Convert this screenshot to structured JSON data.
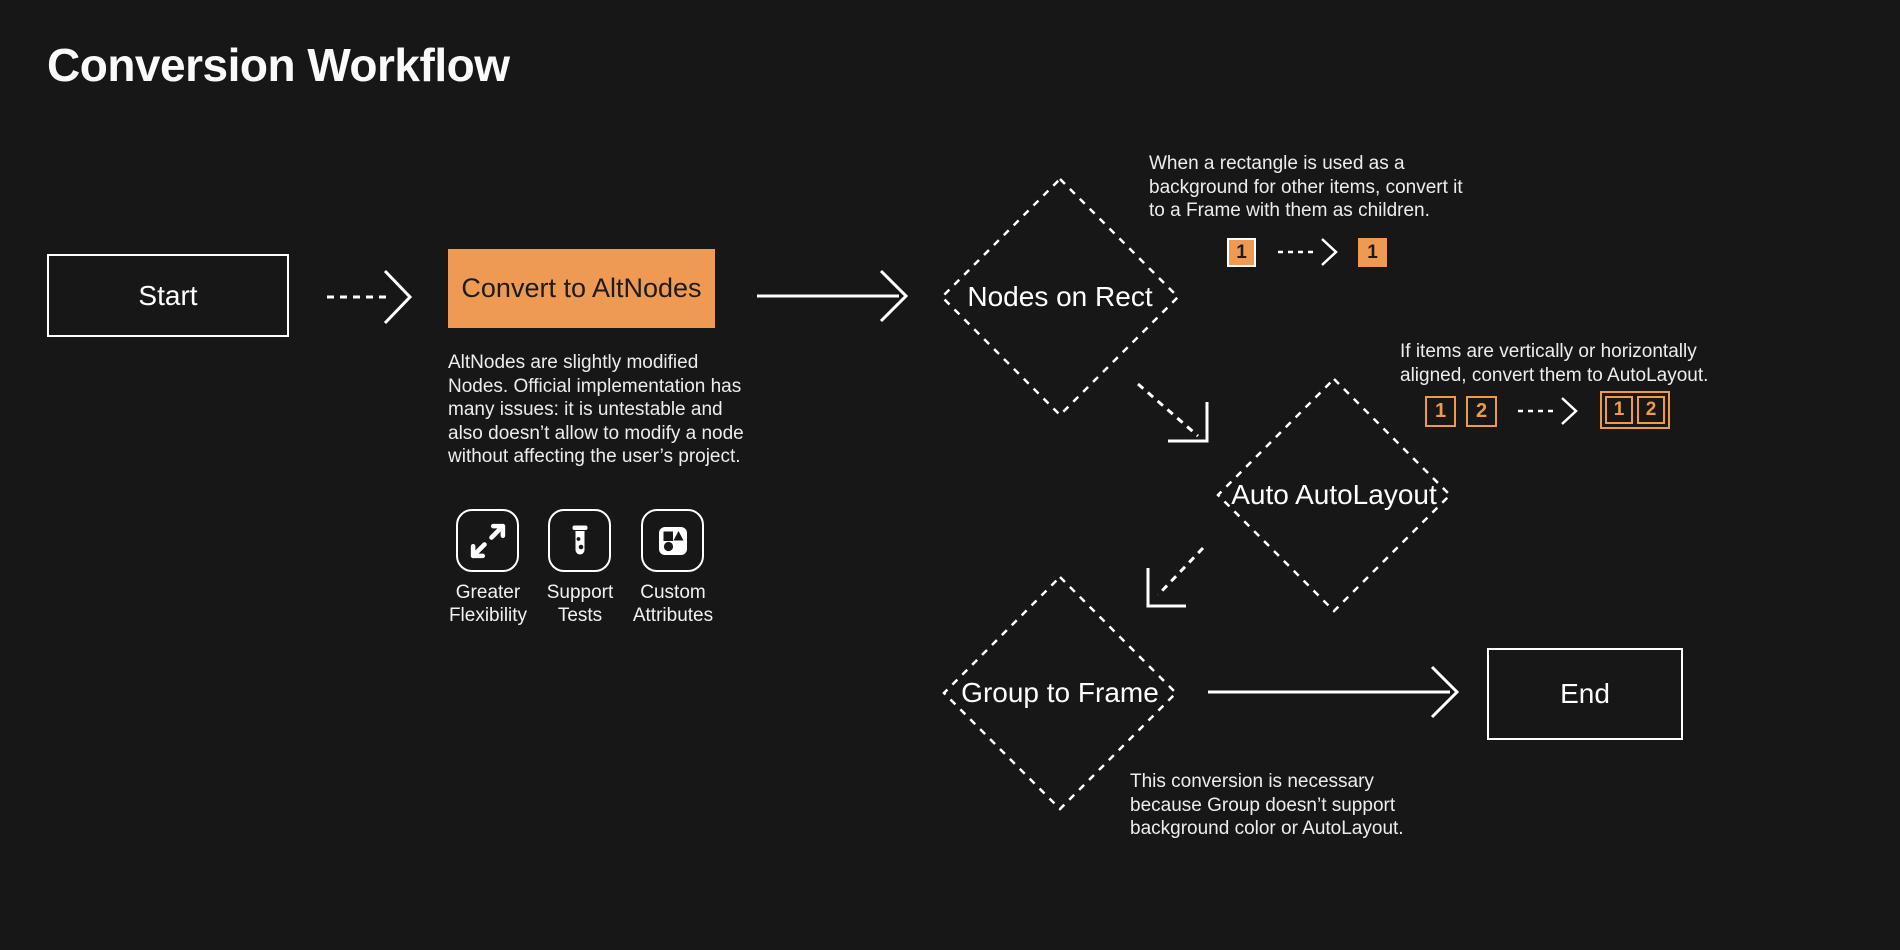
{
  "page": {
    "title": "Conversion Workflow"
  },
  "colors": {
    "background": "#171717",
    "accent_orange": "#EF9A52",
    "outline_orange": "#EF9A45",
    "white": "#FFFFFF",
    "ink_on_orange": "#1C1C1C"
  },
  "nodes": {
    "start": {
      "label": "Start",
      "type": "terminal"
    },
    "convert": {
      "label": "Convert to AltNodes",
      "type": "process"
    },
    "nodes_on_rect": {
      "label": "Nodes on Rect",
      "type": "decision"
    },
    "auto_autolayout": {
      "label": "Auto AutoLayout",
      "type": "decision"
    },
    "group_to_frame": {
      "label": "Group to Frame",
      "type": "decision"
    },
    "end": {
      "label": "End",
      "type": "terminal"
    }
  },
  "convert_note": {
    "text": "AltNodes are slightly modified Nodes. Official implementation has many issues: it is untestable and also doesn’t allow to modify a node without affecting the user’s project."
  },
  "features": [
    {
      "icon": "expand-arrows-icon",
      "label": "Greater Flexibility"
    },
    {
      "icon": "test-tube-icon",
      "label": "Support Tests"
    },
    {
      "icon": "shapes-icon",
      "label": "Custom Attributes"
    }
  ],
  "annotations": {
    "nodes_on_rect": {
      "text": "When a rectangle is used as a background for other items, convert it to a Frame with them as children.",
      "before": [
        "1"
      ],
      "after": [
        "1"
      ]
    },
    "auto_autolayout": {
      "text": "If items are vertically or horizontally aligned, convert them to AutoLayout.",
      "before": [
        "1",
        "2"
      ],
      "after": [
        "1",
        "2"
      ]
    },
    "group_to_frame": {
      "text": "This conversion is necessary because Group doesn’t support background color or AutoLayout."
    }
  }
}
